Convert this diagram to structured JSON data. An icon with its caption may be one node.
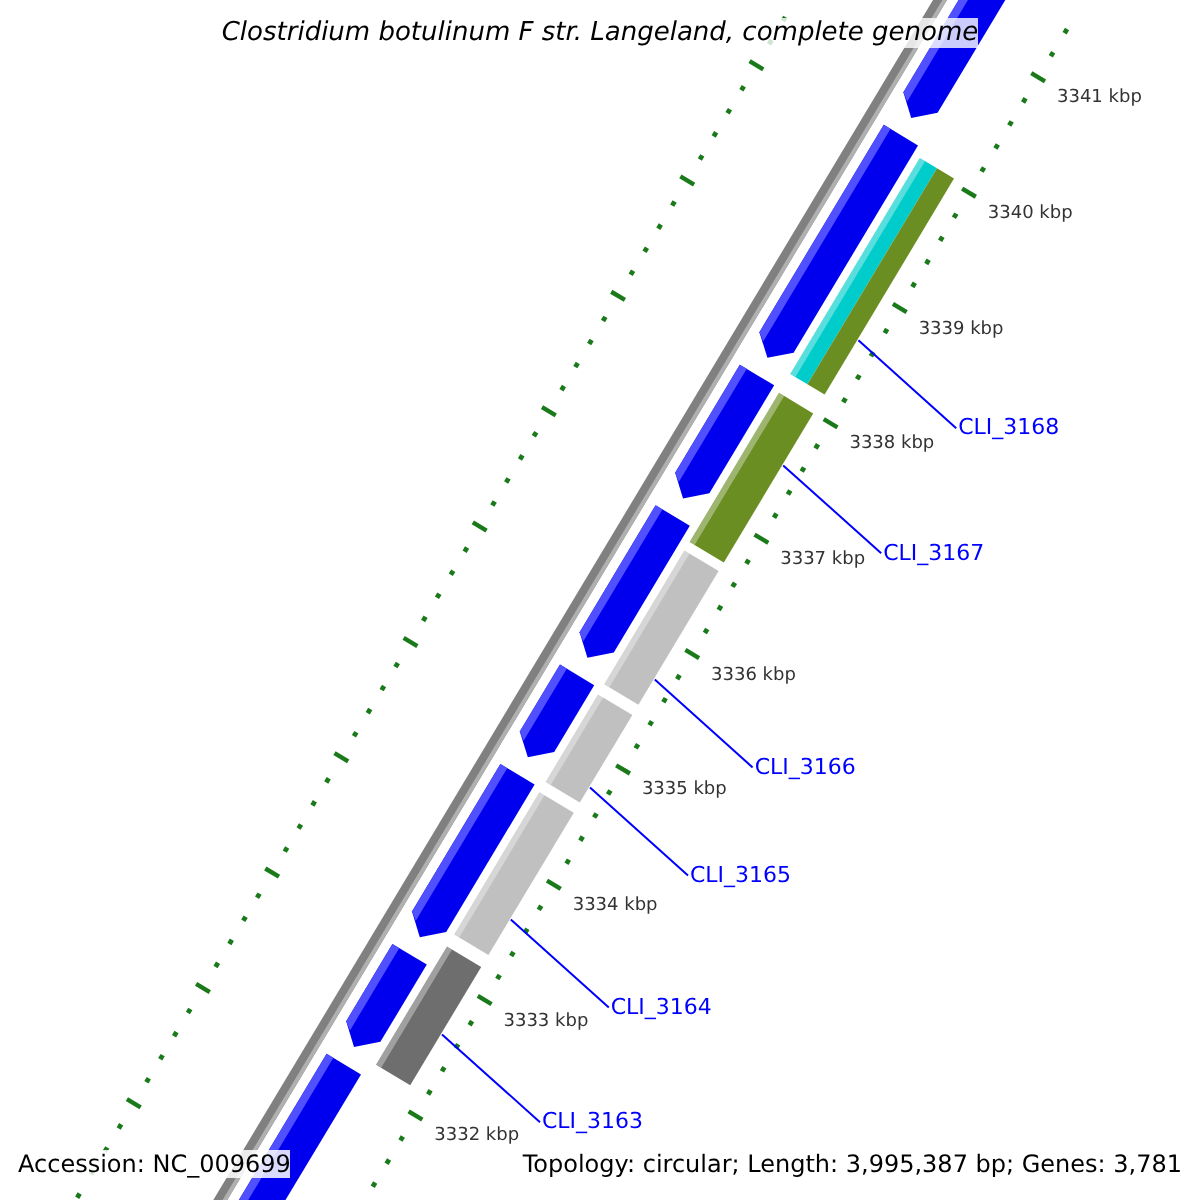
{
  "diagram": {
    "title": "Clostridium botulinum F str. Langeland, complete genome",
    "nodes": [
      {
        "text": [
          "CLI_3168"
        ]
      },
      {
        "text": [
          "CLI_3167"
        ]
      },
      {
        "text": [
          "CLI_3166"
        ]
      },
      {
        "text": [
          "CLI_3165"
        ]
      },
      {
        "text": [
          "CLI_3164"
        ]
      },
      {
        "text": [
          "CLI_3163"
        ]
      },
      {
        "text": [],
        "shape": "bar"
      },
      {
        "text": [],
        "shape": "bar"
      },
      {
        "text": [],
        "shape": "bar"
      },
      {
        "text": [],
        "shape": "bar"
      },
      {
        "text": [],
        "shape": "bar"
      },
      {
        "text": [],
        "shape": "bar"
      }
    ],
    "edges": [
      {
        "from": 0,
        "to": 6,
        "arrow": "none"
      },
      {
        "from": 1,
        "to": 7,
        "arrow": "none"
      },
      {
        "from": 2,
        "to": 8,
        "arrow": "none"
      },
      {
        "from": 3,
        "to": 9,
        "arrow": "none"
      },
      {
        "from": 4,
        "to": 10,
        "arrow": "none"
      },
      {
        "from": 5,
        "to": 11,
        "arrow": "none"
      }
    ],
    "labels": [
      "3341 kbp",
      "3340 kbp",
      "3339 kbp",
      "3338 kbp",
      "3337 kbp",
      "3336 kbp",
      "3335 kbp",
      "3334 kbp",
      "3333 kbp",
      "3332 kbp",
      "Accession: NC_009699",
      "Topology: circular; Length: 3,995,387 bp; Genes: 3,781"
    ]
  }
}
